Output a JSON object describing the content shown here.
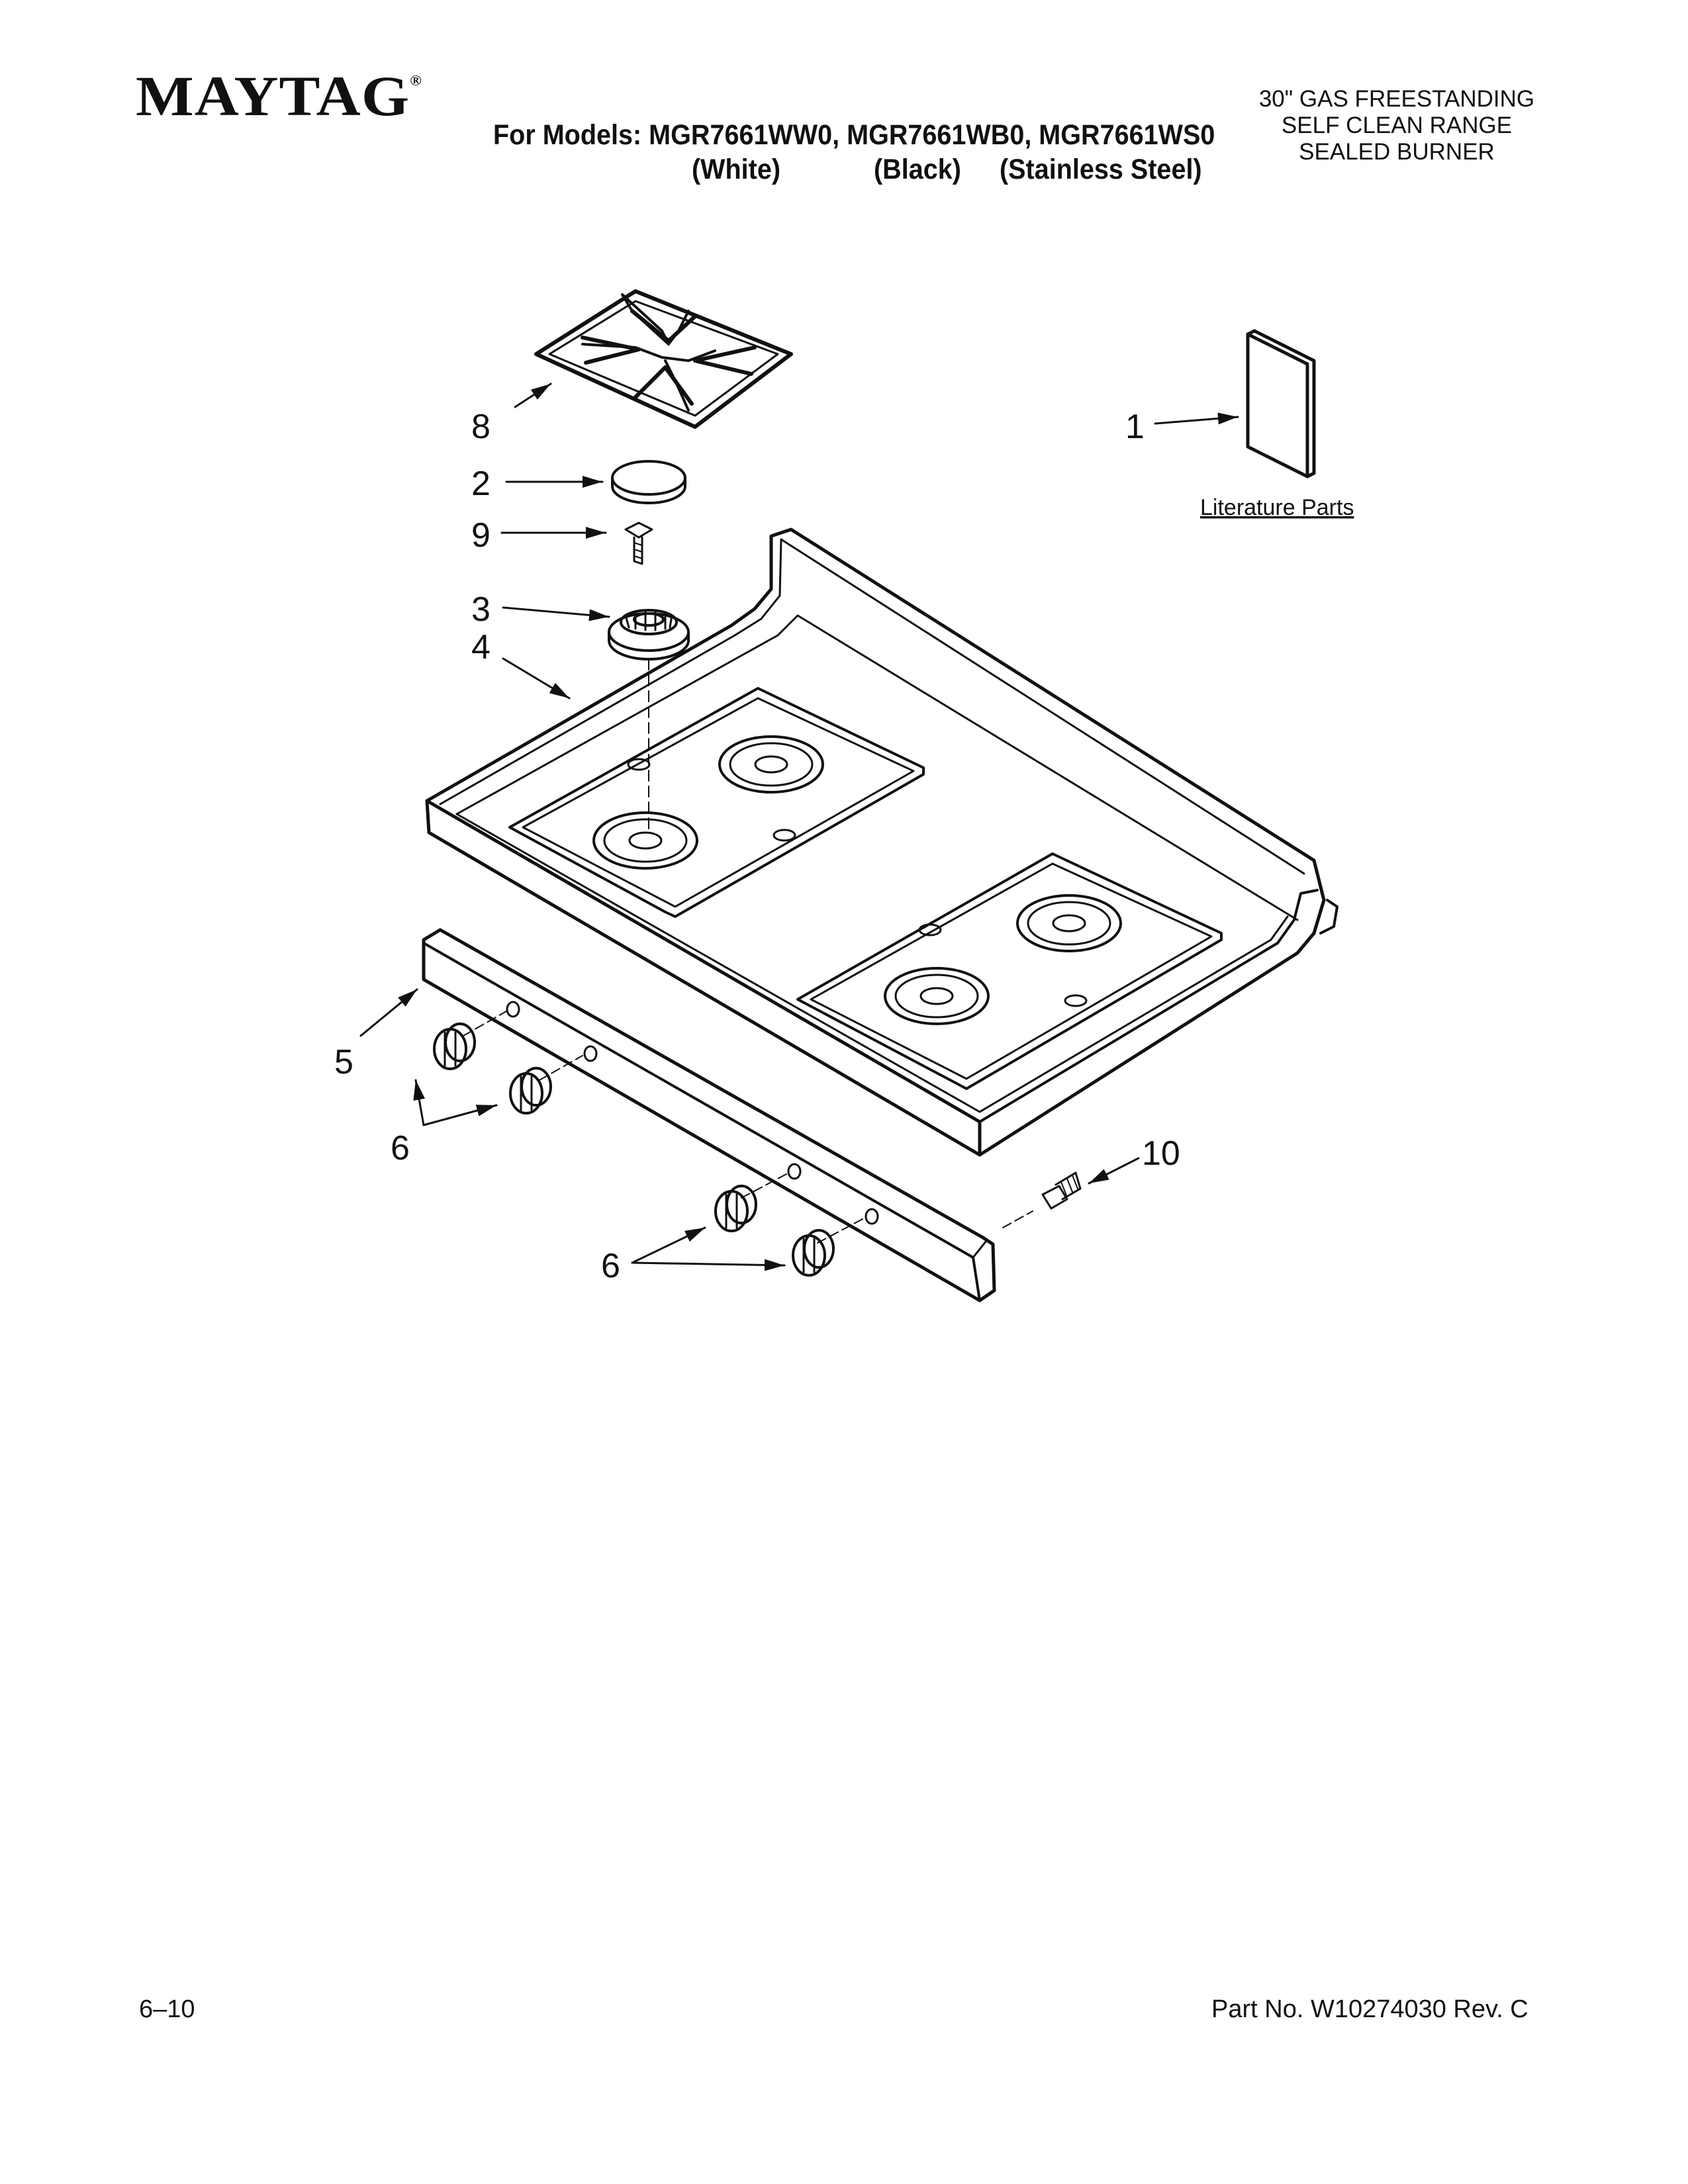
{
  "header": {
    "brand": "MAYTAG",
    "trademark": "®",
    "models_line": "For Models: MGR7661WW0, MGR7661WB0, MGR7661WS0",
    "model_colors": [
      "(White)",
      "(Black)",
      "(Stainless Steel)"
    ],
    "product_lines": [
      "30\" GAS FREESTANDING",
      "SELF CLEAN RANGE",
      "SEALED BURNER"
    ]
  },
  "diagram": {
    "callouts": {
      "c1": "1",
      "c2": "2",
      "c3": "3",
      "c4": "4",
      "c5": "5",
      "c6a": "6",
      "c6b": "6",
      "c8": "8",
      "c9": "9",
      "c10": "10"
    },
    "literature_label": "Literature Parts",
    "stroke_color": "#111111"
  },
  "footer": {
    "date_code": "6–10",
    "part_number": "Part No. W10274030 Rev. C"
  }
}
